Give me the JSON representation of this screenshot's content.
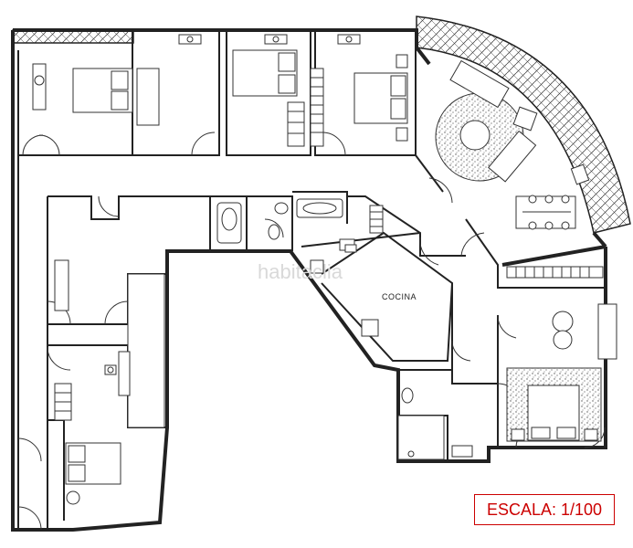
{
  "rooms": {
    "kitchen_label": "COCINA"
  },
  "watermark": "habitaclia",
  "scale": {
    "label": "ESCALA: 1/100",
    "color": "#cc0000"
  }
}
